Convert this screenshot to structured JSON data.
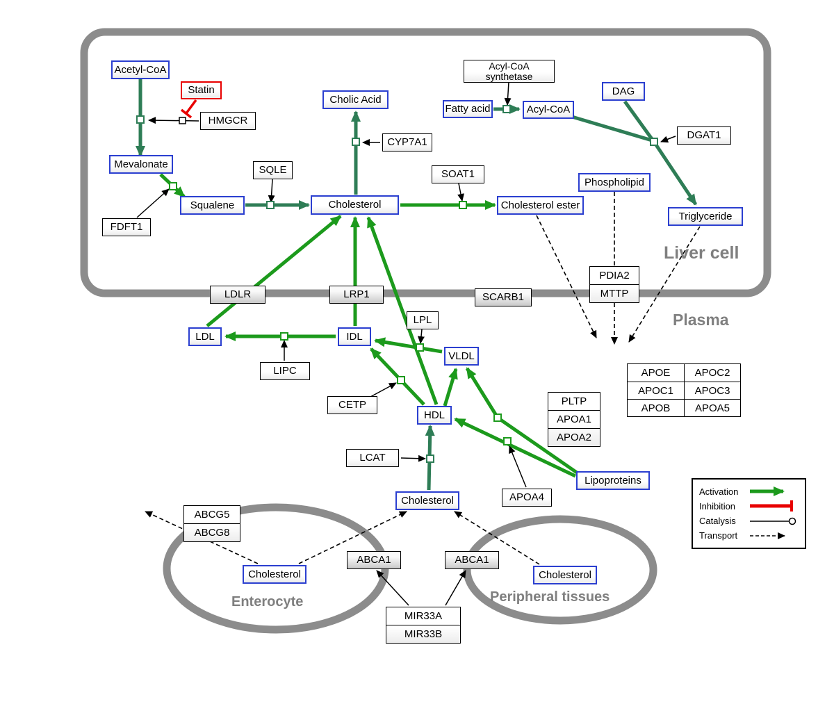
{
  "colors": {
    "activation_green": "#1C9A1C",
    "conversion_green": "#2E7D56",
    "inhibition_red": "#E80000",
    "metabolite_border_blue": "#2B3FD0",
    "enzyme_border_black": "#000000",
    "membrane_gray": "#8C8C8C",
    "region_label_gray": "#7F7F7F"
  },
  "regions": {
    "liver_cell": "Liver cell",
    "plasma": "Plasma",
    "enterocyte": "Enterocyte",
    "peripheral_tissues": "Peripheral tissues"
  },
  "nodes": {
    "acetyl_coa": "Acetyl-CoA",
    "statin": "Statin",
    "hmgcr": "HMGCR",
    "mevalonate": "Mevalonate",
    "fdft1": "FDFT1",
    "squalene": "Squalene",
    "sqle": "SQLE",
    "cholesterol_liver": "Cholesterol",
    "cholic_acid": "Cholic Acid",
    "cyp7a1": "CYP7A1",
    "soat1": "SOAT1",
    "cholesterol_ester": "Cholesterol ester",
    "fatty_acid": "Fatty acid",
    "acyl_coa": "Acyl-CoA",
    "acyl_coa_synthetase": "Acyl-CoA synthetase",
    "dag": "DAG",
    "dgat1": "DGAT1",
    "phospholipid": "Phospholipid",
    "triglyceride": "Triglyceride",
    "ldlr": "LDLR",
    "lrp1": "LRP1",
    "scarb1": "SCARB1",
    "ldl": "LDL",
    "idl": "IDL",
    "lpl": "LPL",
    "vldl": "VLDL",
    "lipc": "LIPC",
    "cetp": "CETP",
    "hdl": "HDL",
    "lcat": "LCAT",
    "apoa4": "APOA4",
    "lipoproteins": "Lipoproteins",
    "cholesterol_plasma": "Cholesterol",
    "cholesterol_enterocyte": "Cholesterol",
    "cholesterol_peripheral": "Cholesterol",
    "abca1_enterocyte": "ABCA1",
    "abca1_peripheral": "ABCA1"
  },
  "stacks": {
    "pdia2_mttp": [
      "PDIA2",
      "MTTP"
    ],
    "pltp_apoa": [
      "PLTP",
      "APOA1",
      "APOA2"
    ],
    "abcg": [
      "ABCG5",
      "ABCG8"
    ],
    "mir33": [
      "MIR33A",
      "MIR33B"
    ]
  },
  "apo_table": {
    "rows": [
      [
        "APOE",
        "APOC2"
      ],
      [
        "APOC1",
        "APOC3"
      ],
      [
        "APOB",
        "APOA5"
      ]
    ]
  },
  "legend": {
    "activation": "Activation",
    "inhibition": "Inhibition",
    "catalysis": "Catalysis",
    "transport": "Transport"
  }
}
